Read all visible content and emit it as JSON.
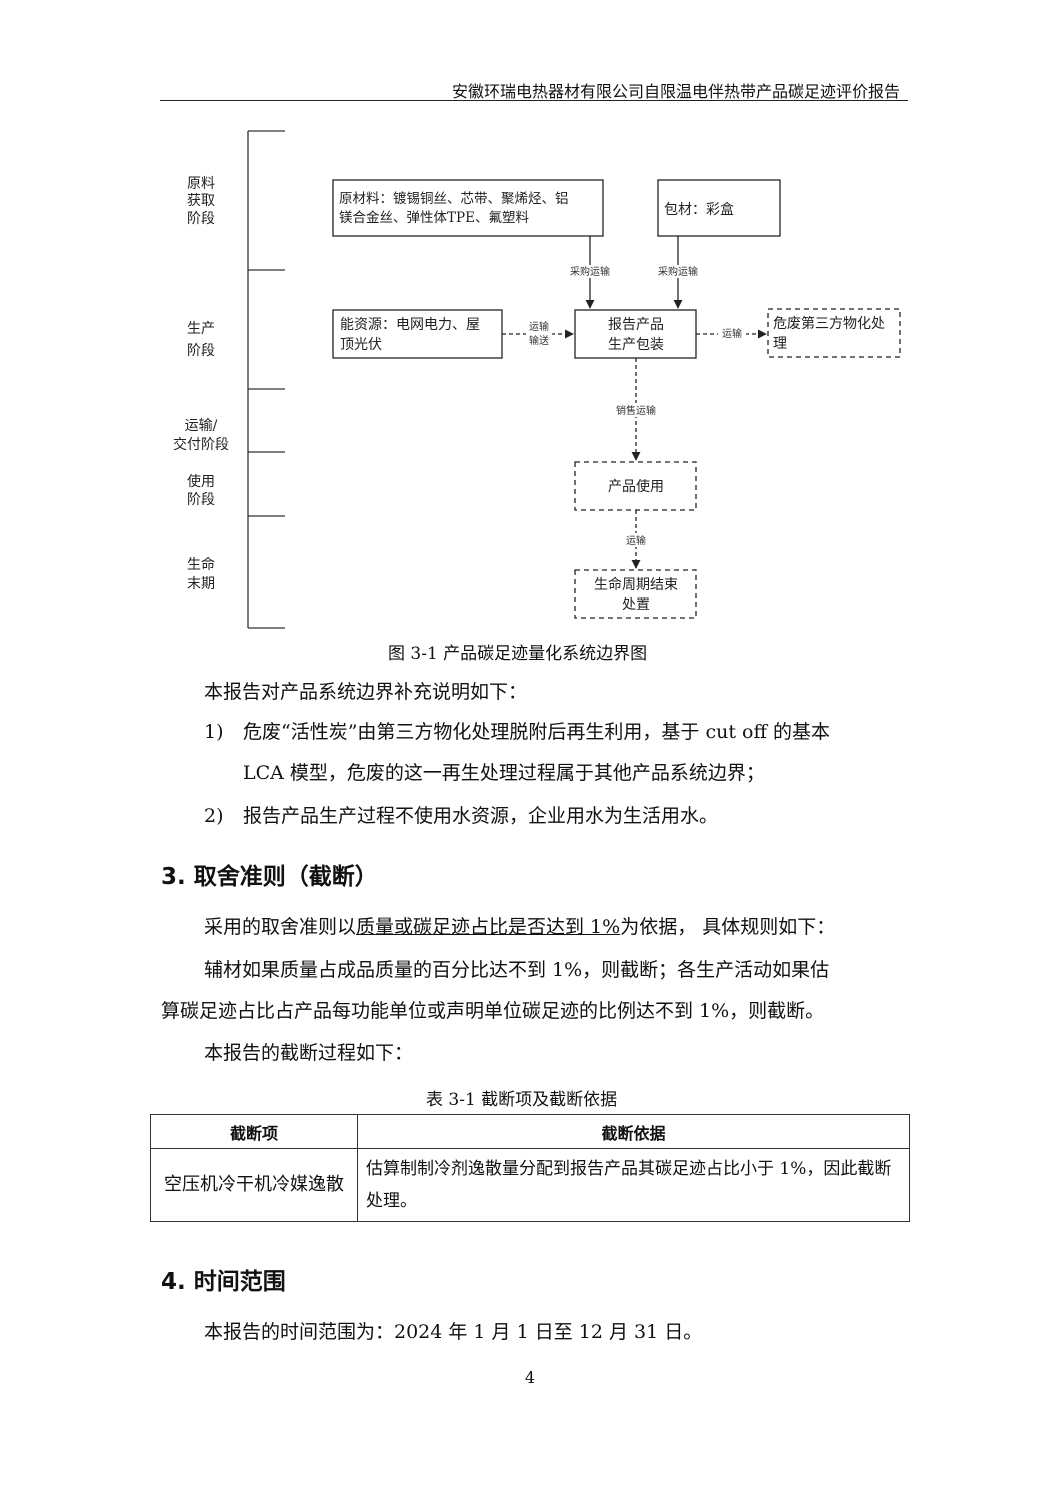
{
  "header": {
    "title": "安徽环瑞电热器材有限公司自限温电伴热带产品碳足迹评价报告"
  },
  "diagram": {
    "stages": {
      "raw": [
        "原料",
        "获取",
        "阶段"
      ],
      "production": [
        "生产",
        "阶段"
      ],
      "transport": [
        "运输/",
        "交付阶段"
      ],
      "use": [
        "使用",
        "阶段"
      ],
      "eol": [
        "生命",
        "末期"
      ]
    },
    "boxes": {
      "raw_material": [
        "原材料：镀锡铜丝、芯带、聚烯烃、铝",
        "镁合金丝、弹性体TPE、氟塑料"
      ],
      "packaging": "包材：彩盒",
      "energy": [
        "能资源：电网电力、屋",
        "顶光伏"
      ],
      "production": [
        "报告产品",
        "生产包装"
      ],
      "hazardous_waste": [
        "危废第三方物化处",
        "理"
      ],
      "use": "产品使用",
      "end_of_life": [
        "生命周期结束",
        "处置"
      ]
    },
    "arrows": {
      "purchase_1": "采购运输",
      "purchase_2": "采购运输",
      "energy_transport": [
        "运输",
        "输送"
      ],
      "waste_transport": "运输",
      "sales": "销售运输",
      "eol_transport": "运输"
    }
  },
  "figure_caption": "图  3-1  产品碳足迹量化系统边界图",
  "boundary": {
    "intro": "本报告对产品系统边界补充说明如下：",
    "items": [
      {
        "num": "1)",
        "lines": [
          "危废“活性炭”由第三方物化处理脱附后再生利用，基于 cut off 的基本",
          "LCA 模型，危废的这一再生处理过程属于其他产品系统边界；"
        ]
      },
      {
        "num": "2)",
        "lines": [
          "报告产品生产过程不使用水资源，企业用水为生活用水。"
        ]
      }
    ]
  },
  "section3": {
    "title": "3. 取舍准则（截断）",
    "p1_before": "采用的取舍准则以",
    "p1_underlined": "质量或碳足迹占比是否达到 1%",
    "p1_after": "为依据，  具体规则如下：",
    "p2_lines": [
      "辅材如果质量占成品质量的百分比达不到 1%，则截断；各生产活动如果估",
      "算碳足迹占比占产品每功能单位或声明单位碳足迹的比例达不到 1%，则截断。"
    ],
    "p3": "本报告的截断过程如下：",
    "table_caption": "表 3-1  截断项及截断依据",
    "table": {
      "headers": [
        "截断项",
        "截断依据"
      ],
      "rows": [
        [
          "空压机冷干机冷媒逸散",
          "估算制制冷剂逸散量分配到报告产品其碳足迹占比小于 1%，因此截断处理。"
        ]
      ]
    }
  },
  "section4": {
    "title": "4. 时间范围",
    "text": "本报告的时间范围为：2024 年 1 月 1 日至 12 月 31 日。"
  },
  "page_number": "4"
}
